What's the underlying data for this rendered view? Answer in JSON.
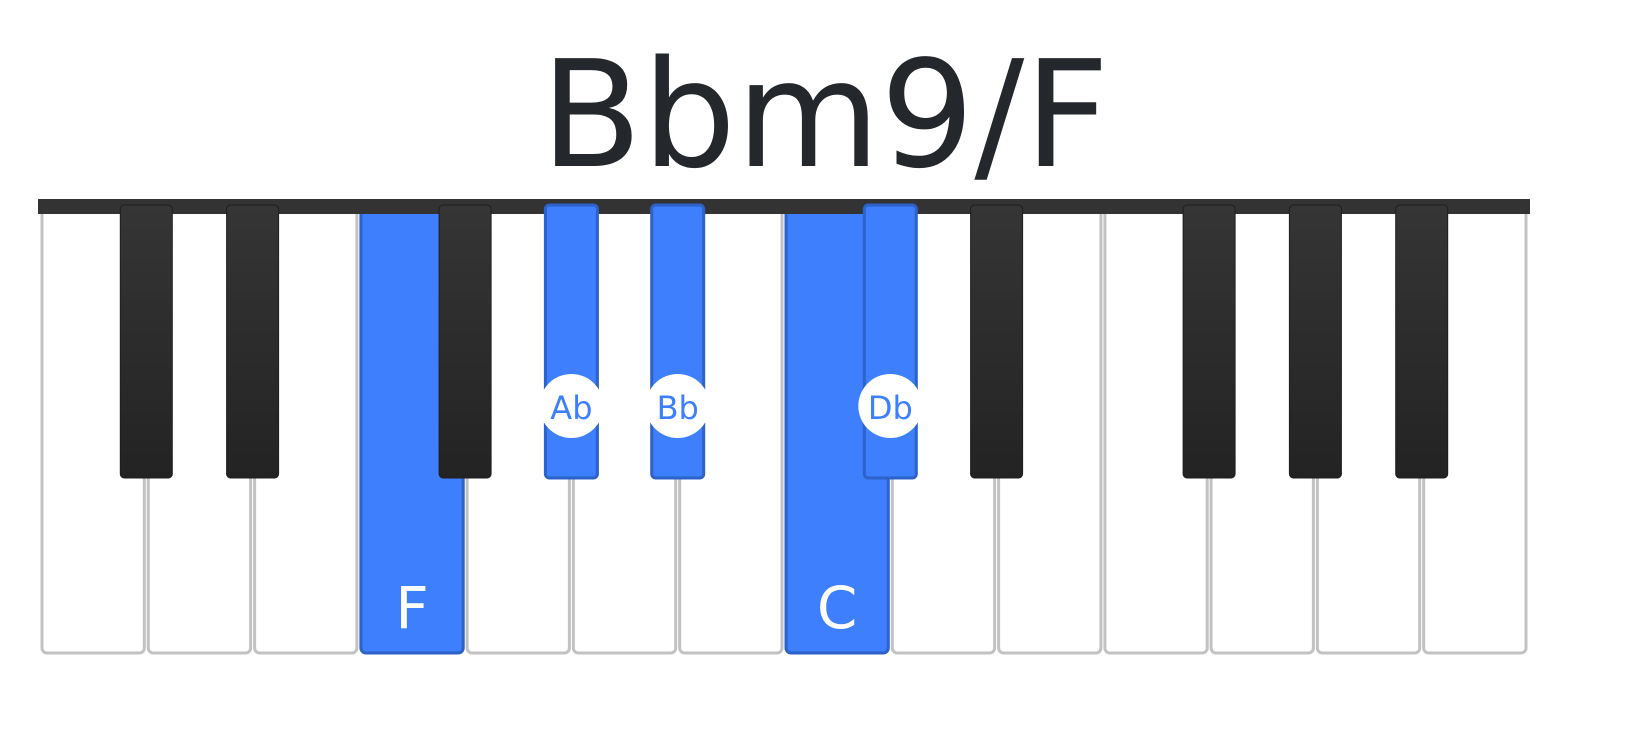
{
  "title": "Bbm9/F",
  "colors": {
    "highlight": "#3d7ffd",
    "highlight_border": "#2d62c9",
    "black_key": "#2c2c2c",
    "white_key": "#ffffff",
    "key_border": "#c2c2c2",
    "top_bar": "#333333",
    "title": "#24272b"
  },
  "keyboard": {
    "white_keys": [
      "C",
      "D",
      "E",
      "F",
      "G",
      "A",
      "B",
      "C",
      "D",
      "E",
      "F",
      "G",
      "A",
      "B"
    ],
    "black_keys": [
      {
        "note": "Db",
        "after_white": 0
      },
      {
        "note": "Eb",
        "after_white": 1
      },
      {
        "note": "Gb",
        "after_white": 3
      },
      {
        "note": "Ab",
        "after_white": 4
      },
      {
        "note": "Bb",
        "after_white": 5
      },
      {
        "note": "Db",
        "after_white": 7
      },
      {
        "note": "Eb",
        "after_white": 8
      },
      {
        "note": "Gb",
        "after_white": 10
      },
      {
        "note": "Ab",
        "after_white": 11
      },
      {
        "note": "Bb",
        "after_white": 12
      }
    ],
    "highlighted": [
      {
        "type": "white",
        "index": 3,
        "label": "F"
      },
      {
        "type": "black",
        "index": 3,
        "label": "Ab"
      },
      {
        "type": "black",
        "index": 4,
        "label": "Bb"
      },
      {
        "type": "white",
        "index": 7,
        "label": "C"
      },
      {
        "type": "black",
        "index": 5,
        "label": "Db"
      }
    ]
  }
}
